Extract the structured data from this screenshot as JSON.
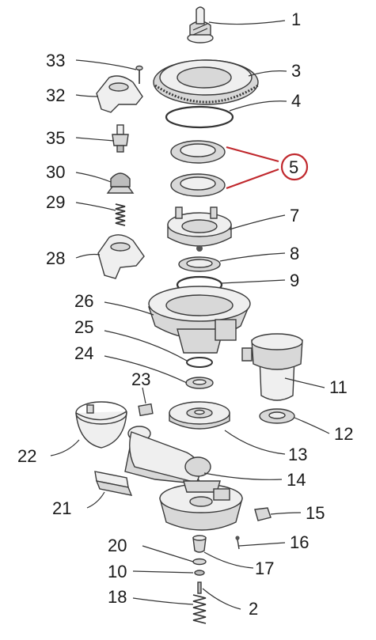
{
  "diagram": {
    "callouts": [
      {
        "id": "1",
        "label": "1"
      },
      {
        "id": "2",
        "label": "2"
      },
      {
        "id": "3",
        "label": "3"
      },
      {
        "id": "4",
        "label": "4"
      },
      {
        "id": "5",
        "label": "5"
      },
      {
        "id": "7",
        "label": "7"
      },
      {
        "id": "8",
        "label": "8"
      },
      {
        "id": "9",
        "label": "9"
      },
      {
        "id": "10",
        "label": "10"
      },
      {
        "id": "11",
        "label": "11"
      },
      {
        "id": "12",
        "label": "12"
      },
      {
        "id": "13",
        "label": "13"
      },
      {
        "id": "14",
        "label": "14"
      },
      {
        "id": "15",
        "label": "15"
      },
      {
        "id": "16",
        "label": "16"
      },
      {
        "id": "17",
        "label": "17"
      },
      {
        "id": "18",
        "label": "18"
      },
      {
        "id": "20",
        "label": "20"
      },
      {
        "id": "21",
        "label": "21"
      },
      {
        "id": "22",
        "label": "22"
      },
      {
        "id": "23",
        "label": "23"
      },
      {
        "id": "24",
        "label": "24"
      },
      {
        "id": "25",
        "label": "25"
      },
      {
        "id": "26",
        "label": "26"
      },
      {
        "id": "28",
        "label": "28"
      },
      {
        "id": "29",
        "label": "29"
      },
      {
        "id": "30",
        "label": "30"
      },
      {
        "id": "32",
        "label": "32"
      },
      {
        "id": "33",
        "label": "33"
      },
      {
        "id": "35",
        "label": "35"
      }
    ],
    "highlight_color": "#c0282d"
  }
}
